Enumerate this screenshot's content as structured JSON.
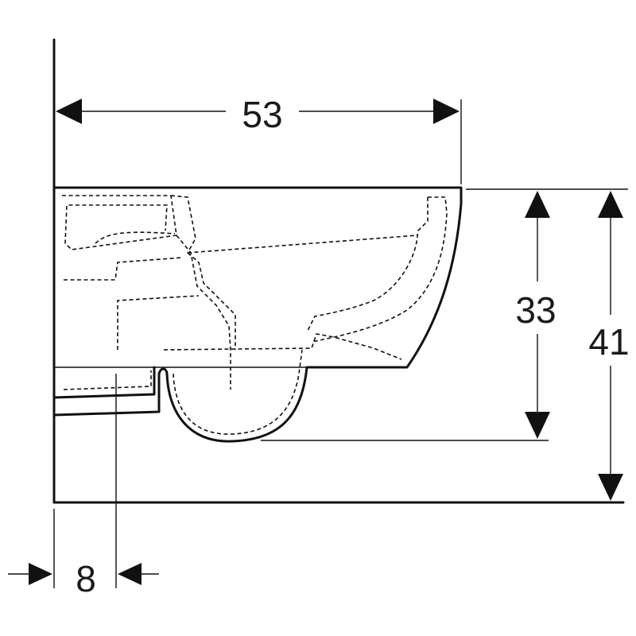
{
  "dimensions": {
    "depth": "53",
    "rim_height": "33",
    "total_height": "41",
    "wall_offset": "8"
  }
}
